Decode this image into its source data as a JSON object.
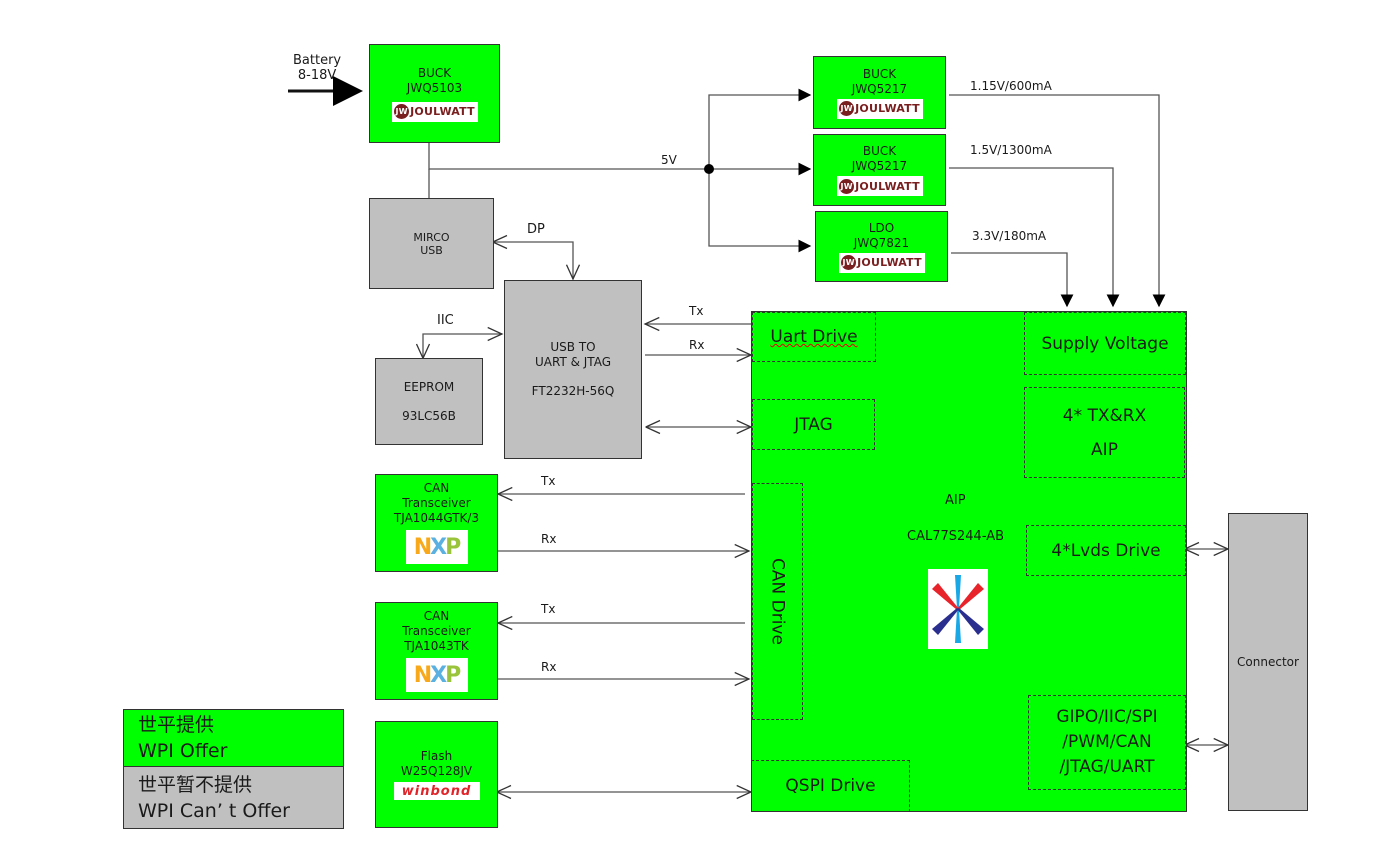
{
  "input": {
    "label_line1": "Battery",
    "label_line2": "8-18V"
  },
  "buck_main": {
    "line1": "BUCK",
    "line2": "JWQ5103",
    "logo": "JOULWATT",
    "logo_mark": "JW"
  },
  "rail_5v": "5V",
  "regulators": [
    {
      "line1": "BUCK",
      "line2": "JWQ5217",
      "logo": "JOULWATT",
      "logo_mark": "JW",
      "output": "1.15V/600mA"
    },
    {
      "line1": "BUCK",
      "line2": "JWQ5217",
      "logo": "JOULWATT",
      "logo_mark": "JW",
      "output": "1.5V/1300mA"
    },
    {
      "line1": "LDO",
      "line2": "JWQ7821",
      "logo": "JOULWATT",
      "logo_mark": "JW",
      "output": "3.3V/180mA"
    }
  ],
  "micro_usb": {
    "line1": "MIRCO",
    "line2": "USB"
  },
  "dp_label": "DP",
  "iic_label": "IIC",
  "eeprom": {
    "line1": "EEPROM",
    "line2": "93LC56B"
  },
  "ftdi": {
    "line1": "USB TO",
    "line2": "UART & JTAG",
    "line3": "FT2232H-56Q"
  },
  "signals": {
    "tx": "Tx",
    "rx": "Rx"
  },
  "can1": {
    "line1": "CAN",
    "line2": "Transceiver",
    "line3": "TJA1044GTK/3",
    "logo": "NXP"
  },
  "can2": {
    "line1": "CAN",
    "line2": "Transceiver",
    "line3": "TJA1043TK",
    "logo": "NXP"
  },
  "flash": {
    "line1": "Flash",
    "line2": "W25Q128JV",
    "logo": "winbond"
  },
  "soc": {
    "name": "AIP",
    "part": "CAL77S244-AB",
    "blocks": {
      "uart": "Uart Drive",
      "jtag": "JTAG",
      "can": "CAN Drive",
      "qspi": "QSPI Drive",
      "supply": "Supply Voltage",
      "txrx_line1": "4* TX&RX",
      "txrx_line2": "AIP",
      "lvds": "4*Lvds Drive",
      "gpio_line1": "GIPO/IIC/SPI",
      "gpio_line2": "/PWM/CAN",
      "gpio_line3": "/JTAG/UART"
    }
  },
  "connector": "Connector",
  "legend": {
    "offer_cn": "世平提供",
    "offer_en": "WPI Offer",
    "no_offer_cn": "世平暂不提供",
    "no_offer_en": "WPI Can’ t Offer",
    "offer_color": "#00ff00",
    "no_offer_color": "#c0c0c0"
  },
  "colors": {
    "provided": "#00ff00",
    "not_provided": "#c0c0c0",
    "line": "#333333"
  }
}
